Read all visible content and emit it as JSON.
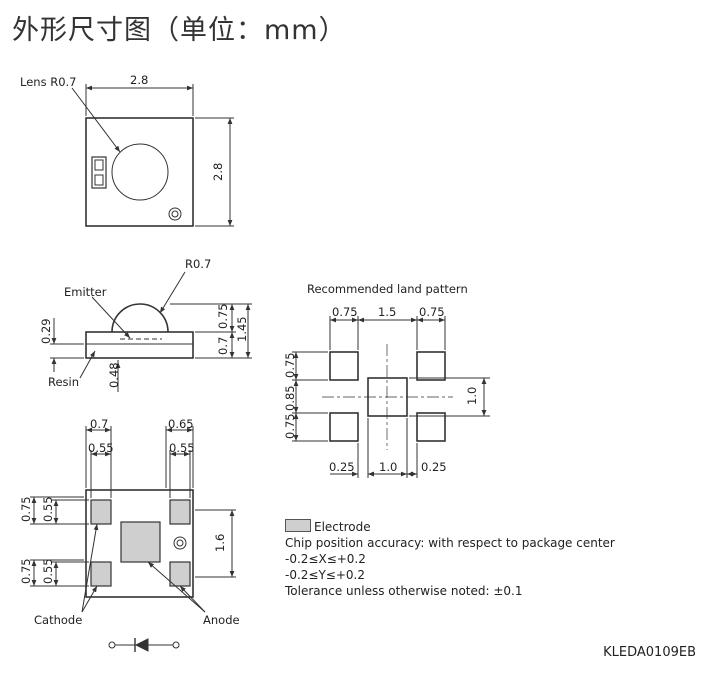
{
  "title": "外形尺寸图（单位：mm）",
  "top_view": {
    "lens_label": "Lens R0.7",
    "width": "2.8",
    "height": "2.8"
  },
  "side_view": {
    "radius_label": "R0.7",
    "emitter_label": "Emitter",
    "resin_label": "Resin",
    "dim_029": "0.29",
    "dim_048": "0.48",
    "dim_075": "0.75",
    "dim_07": "0.7",
    "dim_145": "1.45"
  },
  "land_pattern": {
    "title": "Recommended land pattern",
    "top_dims": [
      "0.75",
      "1.5",
      "0.75"
    ],
    "left_dims": [
      "0.75",
      "0.85",
      "0.75"
    ],
    "right_dim": "1.0",
    "bottom_dims": [
      "0.25",
      "1.0",
      "0.25"
    ]
  },
  "bottom_view": {
    "dim_07": "0.7",
    "dim_055_left": "0.55",
    "dim_065": "0.65",
    "dim_055_right": "0.55",
    "dim_075_a": "0.75",
    "dim_055_a": "0.55",
    "dim_075_b": "0.75",
    "dim_055_b": "0.55",
    "dim_16": "1.6",
    "cathode_label": "Cathode",
    "anode_label": "Anode"
  },
  "notes": {
    "electrode": "Electrode",
    "chip_position": "Chip position accuracy: with respect to package center",
    "x_tol": "-0.2≤X≤+0.2",
    "y_tol": "-0.2≤Y≤+0.2",
    "tolerance": "Tolerance unless otherwise noted: ±0.1"
  },
  "drawing_code": "KLEDA0109EB"
}
